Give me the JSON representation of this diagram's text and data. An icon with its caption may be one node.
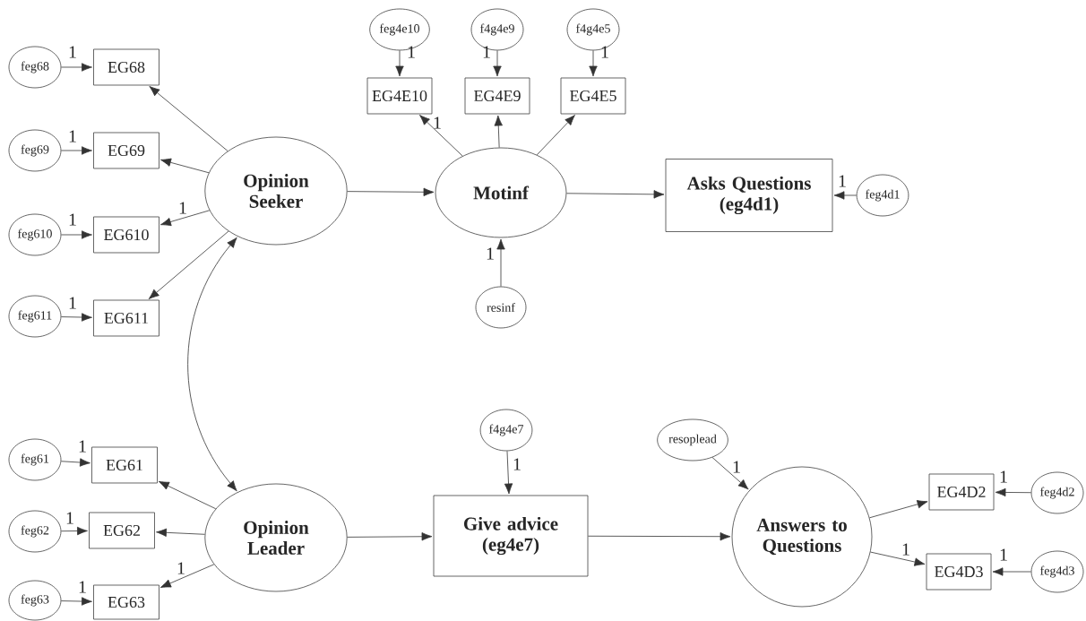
{
  "diagram": {
    "nodes": [
      {
        "text": [
          "feg68"
        ]
      },
      {
        "text": [
          "EG68"
        ]
      },
      {
        "text": [
          "feg4e10"
        ]
      },
      {
        "text": [
          "f4g4e9"
        ]
      },
      {
        "text": [
          "f4g4e5"
        ]
      },
      {
        "text": [
          "EG4E10"
        ]
      },
      {
        "text": [
          "EG4E9"
        ]
      },
      {
        "text": [
          "EG4E5"
        ]
      },
      {
        "text": [
          "feg69"
        ]
      },
      {
        "text": [
          "EG69"
        ]
      },
      {
        "text": [
          "Opinion Seeker"
        ]
      },
      {
        "text": [
          "Motinf"
        ]
      },
      {
        "text": [
          "Asks Questions (eg4d1)"
        ]
      },
      {
        "text": [
          "feg4d1"
        ]
      },
      {
        "text": [
          "feg610"
        ]
      },
      {
        "text": [
          "EG610"
        ]
      },
      {
        "text": [
          "feg611"
        ]
      },
      {
        "text": [
          "EG611"
        ]
      },
      {
        "text": [
          "resinf"
        ]
      },
      {
        "text": [
          "f4g4e7"
        ]
      },
      {
        "text": [
          "resoplead"
        ]
      },
      {
        "text": [
          "feg61"
        ]
      },
      {
        "text": [
          "EG61"
        ]
      },
      {
        "text": [
          "EG4D2"
        ]
      },
      {
        "text": [
          "feg4d2"
        ]
      },
      {
        "text": [
          "feg62"
        ]
      },
      {
        "text": [
          "EG62"
        ]
      },
      {
        "text": [
          "Opinion Leader"
        ]
      },
      {
        "text": [
          "Give advice (eg4e7)"
        ]
      },
      {
        "text": [
          "Answers to Questions"
        ]
      },
      {
        "text": [
          "EG4D3"
        ]
      },
      {
        "text": [
          "feg4d3"
        ]
      },
      {
        "text": [
          "feg63"
        ]
      },
      {
        "text": [
          "EG63"
        ]
      }
    ],
    "edges": [
      {
        "from": 0,
        "to": 1,
        "arrow": "to",
        "label": "1"
      },
      {
        "from": 10,
        "to": 1,
        "arrow": "to"
      },
      {
        "from": 8,
        "to": 9,
        "arrow": "to",
        "label": "1"
      },
      {
        "from": 10,
        "to": 9,
        "arrow": "to"
      },
      {
        "from": 14,
        "to": 15,
        "arrow": "to",
        "label": "1"
      },
      {
        "from": 10,
        "to": 15,
        "arrow": "to",
        "label": "1"
      },
      {
        "from": 16,
        "to": 17,
        "arrow": "to",
        "label": "1"
      },
      {
        "from": 10,
        "to": 17,
        "arrow": "to"
      },
      {
        "from": 10,
        "to": 27,
        "arrow": "both"
      },
      {
        "from": 10,
        "to": 11,
        "arrow": "to"
      },
      {
        "from": 2,
        "to": 5,
        "arrow": "to",
        "label": "1"
      },
      {
        "from": 3,
        "to": 6,
        "arrow": "to",
        "label": "1"
      },
      {
        "from": 4,
        "to": 7,
        "arrow": "to",
        "label": "1"
      },
      {
        "from": 11,
        "to": 5,
        "arrow": "to",
        "label": "1"
      },
      {
        "from": 11,
        "to": 6,
        "arrow": "to"
      },
      {
        "from": 11,
        "to": 7,
        "arrow": "to"
      },
      {
        "from": 11,
        "to": 12,
        "arrow": "to"
      },
      {
        "from": 13,
        "to": 12,
        "arrow": "to",
        "label": "1"
      },
      {
        "from": 18,
        "to": 11,
        "arrow": "to",
        "label": "1"
      },
      {
        "from": 21,
        "to": 22,
        "arrow": "to",
        "label": "1"
      },
      {
        "from": 25,
        "to": 26,
        "arrow": "to",
        "label": "1"
      },
      {
        "from": 32,
        "to": 33,
        "arrow": "to",
        "label": "1"
      },
      {
        "from": 27,
        "to": 22,
        "arrow": "to"
      },
      {
        "from": 27,
        "to": 26,
        "arrow": "to"
      },
      {
        "from": 27,
        "to": 33,
        "arrow": "to",
        "label": "1"
      },
      {
        "from": 27,
        "to": 28,
        "arrow": "to"
      },
      {
        "from": 19,
        "to": 28,
        "arrow": "to",
        "label": "1"
      },
      {
        "from": 28,
        "to": 29,
        "arrow": "to"
      },
      {
        "from": 20,
        "to": 29,
        "arrow": "to",
        "label": "1"
      },
      {
        "from": 29,
        "to": 23,
        "arrow": "to"
      },
      {
        "from": 29,
        "to": 30,
        "arrow": "to",
        "label": "1"
      },
      {
        "from": 24,
        "to": 23,
        "arrow": "to",
        "label": "1"
      },
      {
        "from": 31,
        "to": 30,
        "arrow": "to",
        "label": "1"
      }
    ]
  }
}
